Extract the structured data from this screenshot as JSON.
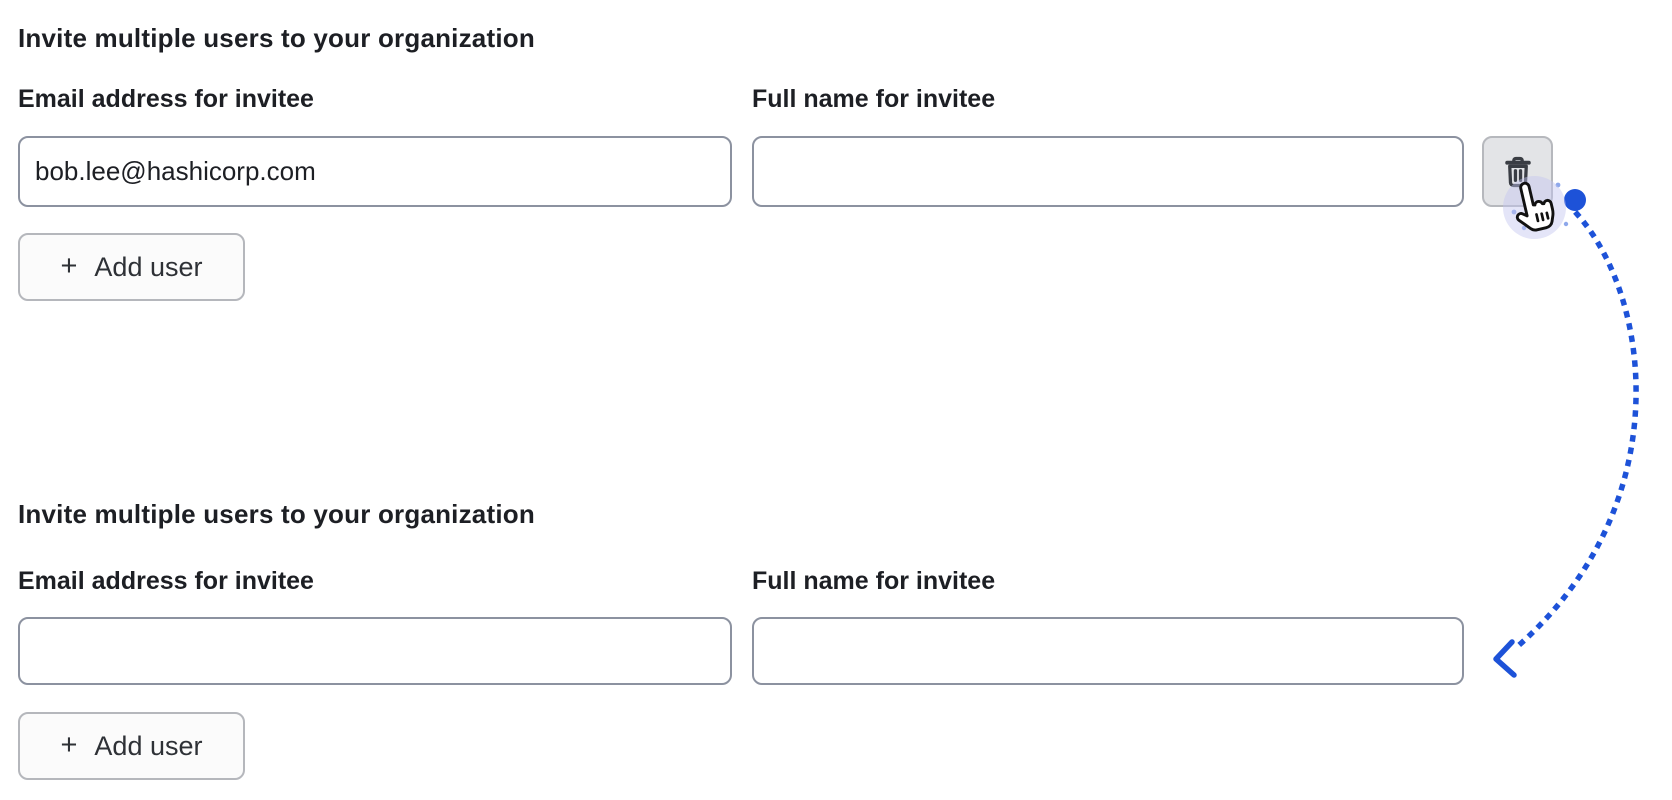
{
  "colors": {
    "text": "#1d1f24",
    "input_border": "#8c92a0",
    "button_border": "#b5b7bc",
    "button_bg": "#fbfbfb",
    "button_text": "#2e3136",
    "trash_button_bg": "#e3e4e7",
    "trash_button_border": "#b6b8bd",
    "icon": "#3a3d44",
    "arrow_blue": "#1d52d8",
    "cursor_halo": "#c3c5ef"
  },
  "form_before": {
    "heading": "Invite multiple users to your organization",
    "email_label": "Email address for invitee",
    "name_label": "Full name for invitee",
    "email_value": "bob.lee@hashicorp.com",
    "name_value": "",
    "add_user": {
      "plus_glyph": "+",
      "label": "Add user"
    }
  },
  "form_after": {
    "heading": "Invite multiple users to your organization",
    "email_label": "Email address for invitee",
    "name_label": "Full name for invitee",
    "email_value": "",
    "name_value": "",
    "add_user": {
      "plus_glyph": "+",
      "label": "Add user"
    }
  }
}
